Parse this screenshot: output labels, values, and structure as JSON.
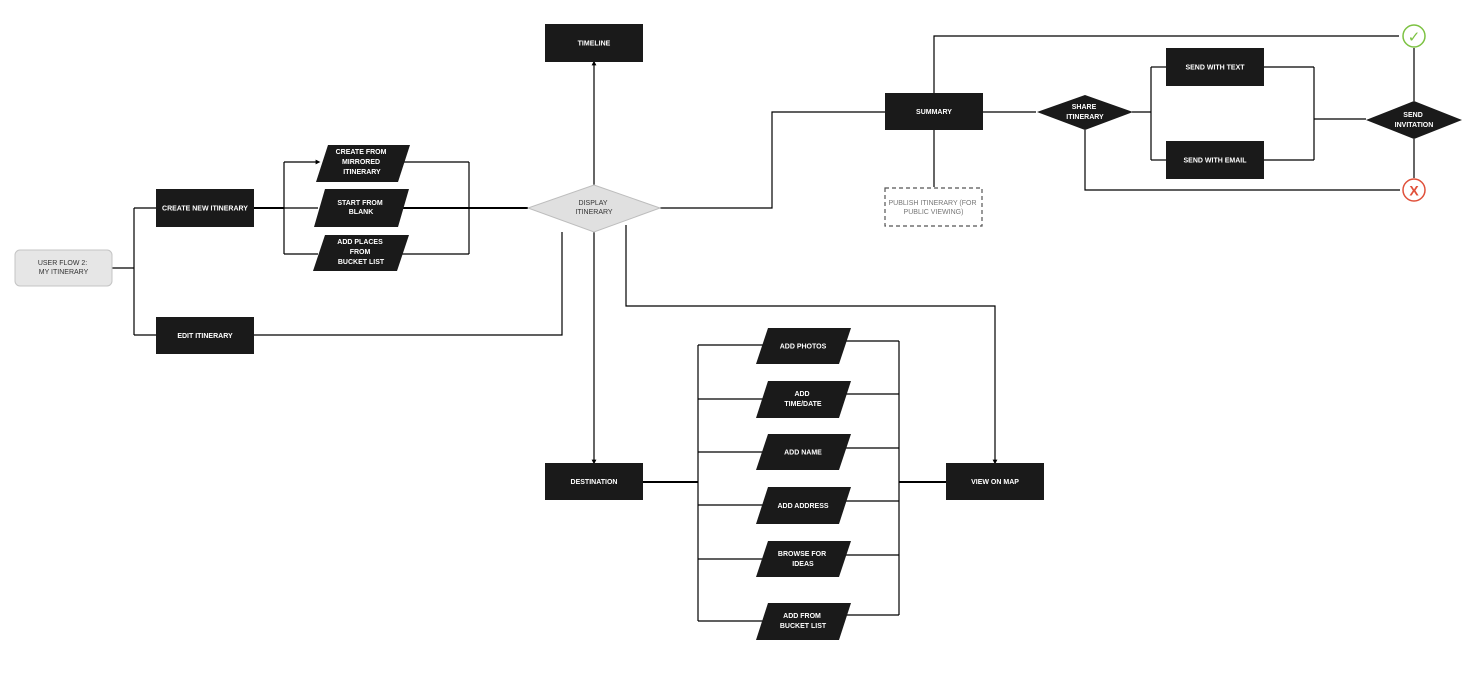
{
  "flow": {
    "start": {
      "lines": [
        "USER FLOW 2:",
        "MY ITINERARY"
      ]
    },
    "create_new": {
      "lines": [
        "CREATE NEW ITINERARY"
      ]
    },
    "edit": {
      "lines": [
        "EDIT ITINERARY"
      ]
    },
    "create_mirrored": {
      "lines": [
        "CREATE FROM",
        "MIRRORED",
        "ITINERARY"
      ]
    },
    "start_blank": {
      "lines": [
        "START FROM",
        "BLANK"
      ]
    },
    "add_bucket_places": {
      "lines": [
        "ADD PLACES",
        "FROM",
        "BUCKET LIST"
      ]
    },
    "display": {
      "lines": [
        "DISPLAY",
        "ITINERARY"
      ]
    },
    "timeline": {
      "lines": [
        "TIMELINE"
      ]
    },
    "summary": {
      "lines": [
        "SUMMARY"
      ]
    },
    "publish": {
      "lines": [
        "PUBLISH ITINERARY (FOR",
        "PUBLIC VIEWING)"
      ]
    },
    "share": {
      "lines": [
        "SHARE",
        "ITINERARY"
      ]
    },
    "send_text": {
      "lines": [
        "SEND WITH TEXT"
      ]
    },
    "send_email": {
      "lines": [
        "SEND WITH EMAIL"
      ]
    },
    "send_invitation": {
      "lines": [
        "SEND",
        "INVITATION"
      ]
    },
    "destination": {
      "lines": [
        "DESTINATION"
      ]
    },
    "view_map": {
      "lines": [
        "VIEW ON MAP"
      ]
    },
    "add_photos": {
      "lines": [
        "ADD PHOTOS"
      ]
    },
    "add_time": {
      "lines": [
        "ADD",
        "TIME/DATE"
      ]
    },
    "add_name": {
      "lines": [
        "ADD NAME"
      ]
    },
    "add_address": {
      "lines": [
        "ADD ADDRESS"
      ]
    },
    "browse": {
      "lines": [
        "BROWSE FOR",
        "IDEAS"
      ]
    },
    "add_bucket": {
      "lines": [
        "ADD FROM",
        "BUCKET LIST"
      ]
    },
    "success": {
      "glyph": "✓",
      "icon": "check-icon"
    },
    "failure": {
      "glyph": "X",
      "icon": "x-icon"
    }
  },
  "colors": {
    "node_fill": "#1a1a1a",
    "start_fill": "#e6e6e6",
    "decision_grey": "#e0e0e0",
    "success": "#7cc242",
    "failure": "#e0503a"
  }
}
